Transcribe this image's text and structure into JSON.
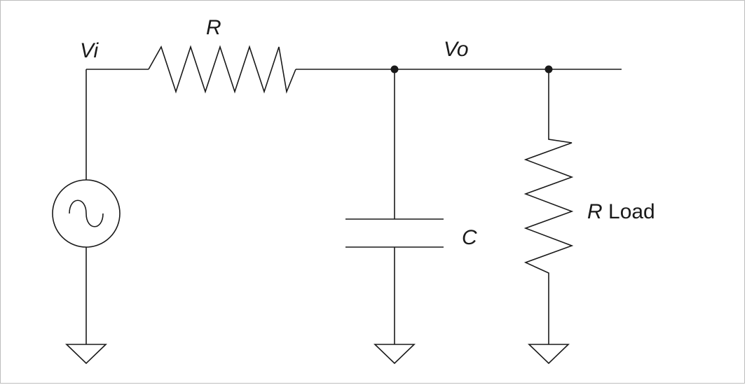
{
  "labels": {
    "input_voltage": "Vi",
    "output_voltage": "Vo",
    "series_resistor": "R",
    "capacitor": "C",
    "load_resistor_symbol": "R",
    "load_resistor_suffix": " Load"
  },
  "colors": {
    "line": "#1a1a1a",
    "background": "#ffffff"
  }
}
